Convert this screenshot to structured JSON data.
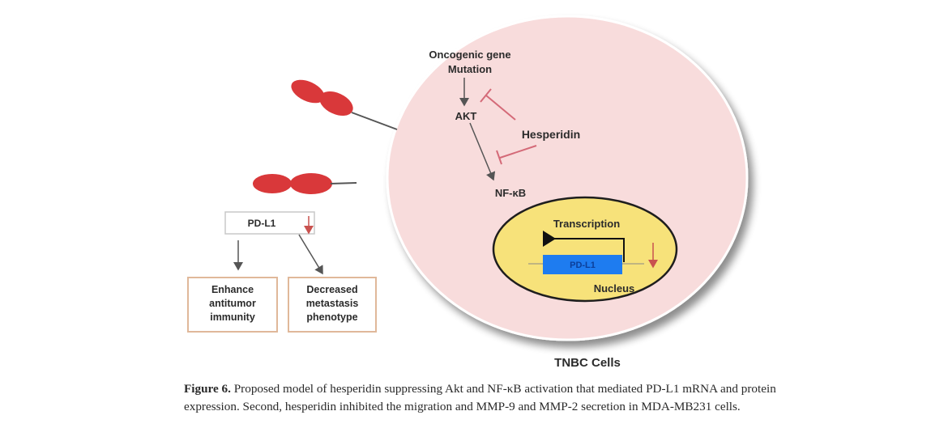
{
  "figure": {
    "cell_label": "TNBC Cells",
    "nodes": {
      "oncogenic_line1": "Oncogenic gene",
      "oncogenic_line2": "Mutation",
      "akt": "AKT",
      "hesperidin": "Hesperidin",
      "nfkb": "NF-κB",
      "transcription": "Transcription",
      "gene_box": "PD-L1",
      "nucleus": "Nucleus",
      "pdl1_box": "PD-L1"
    },
    "outcomes": [
      {
        "lines": [
          "Enhance",
          "antitumor",
          "immunity"
        ]
      },
      {
        "lines": [
          "Decreased",
          "metastasis",
          "phenotype"
        ]
      }
    ],
    "indicators": {
      "pdl1_protein": "down-arrow",
      "pdl1_transcription": "down-arrow"
    },
    "colors": {
      "cell_fill": "#f8dcdc",
      "nucleus_fill": "#f7e27a",
      "gene_box": "#1e7cf0",
      "receptor": "#d9383a",
      "inhibition": "#d46a78",
      "outcome_border": "#e0b89a"
    }
  },
  "caption": {
    "label": "Figure 6.",
    "text": " Proposed model of hesperidin suppressing Akt and NF-κB activation that mediated PD-L1 mRNA and protein expression. Second, hesperidin inhibited the migration and MMP-9 and MMP-2 secretion in MDA-MB231 cells."
  }
}
